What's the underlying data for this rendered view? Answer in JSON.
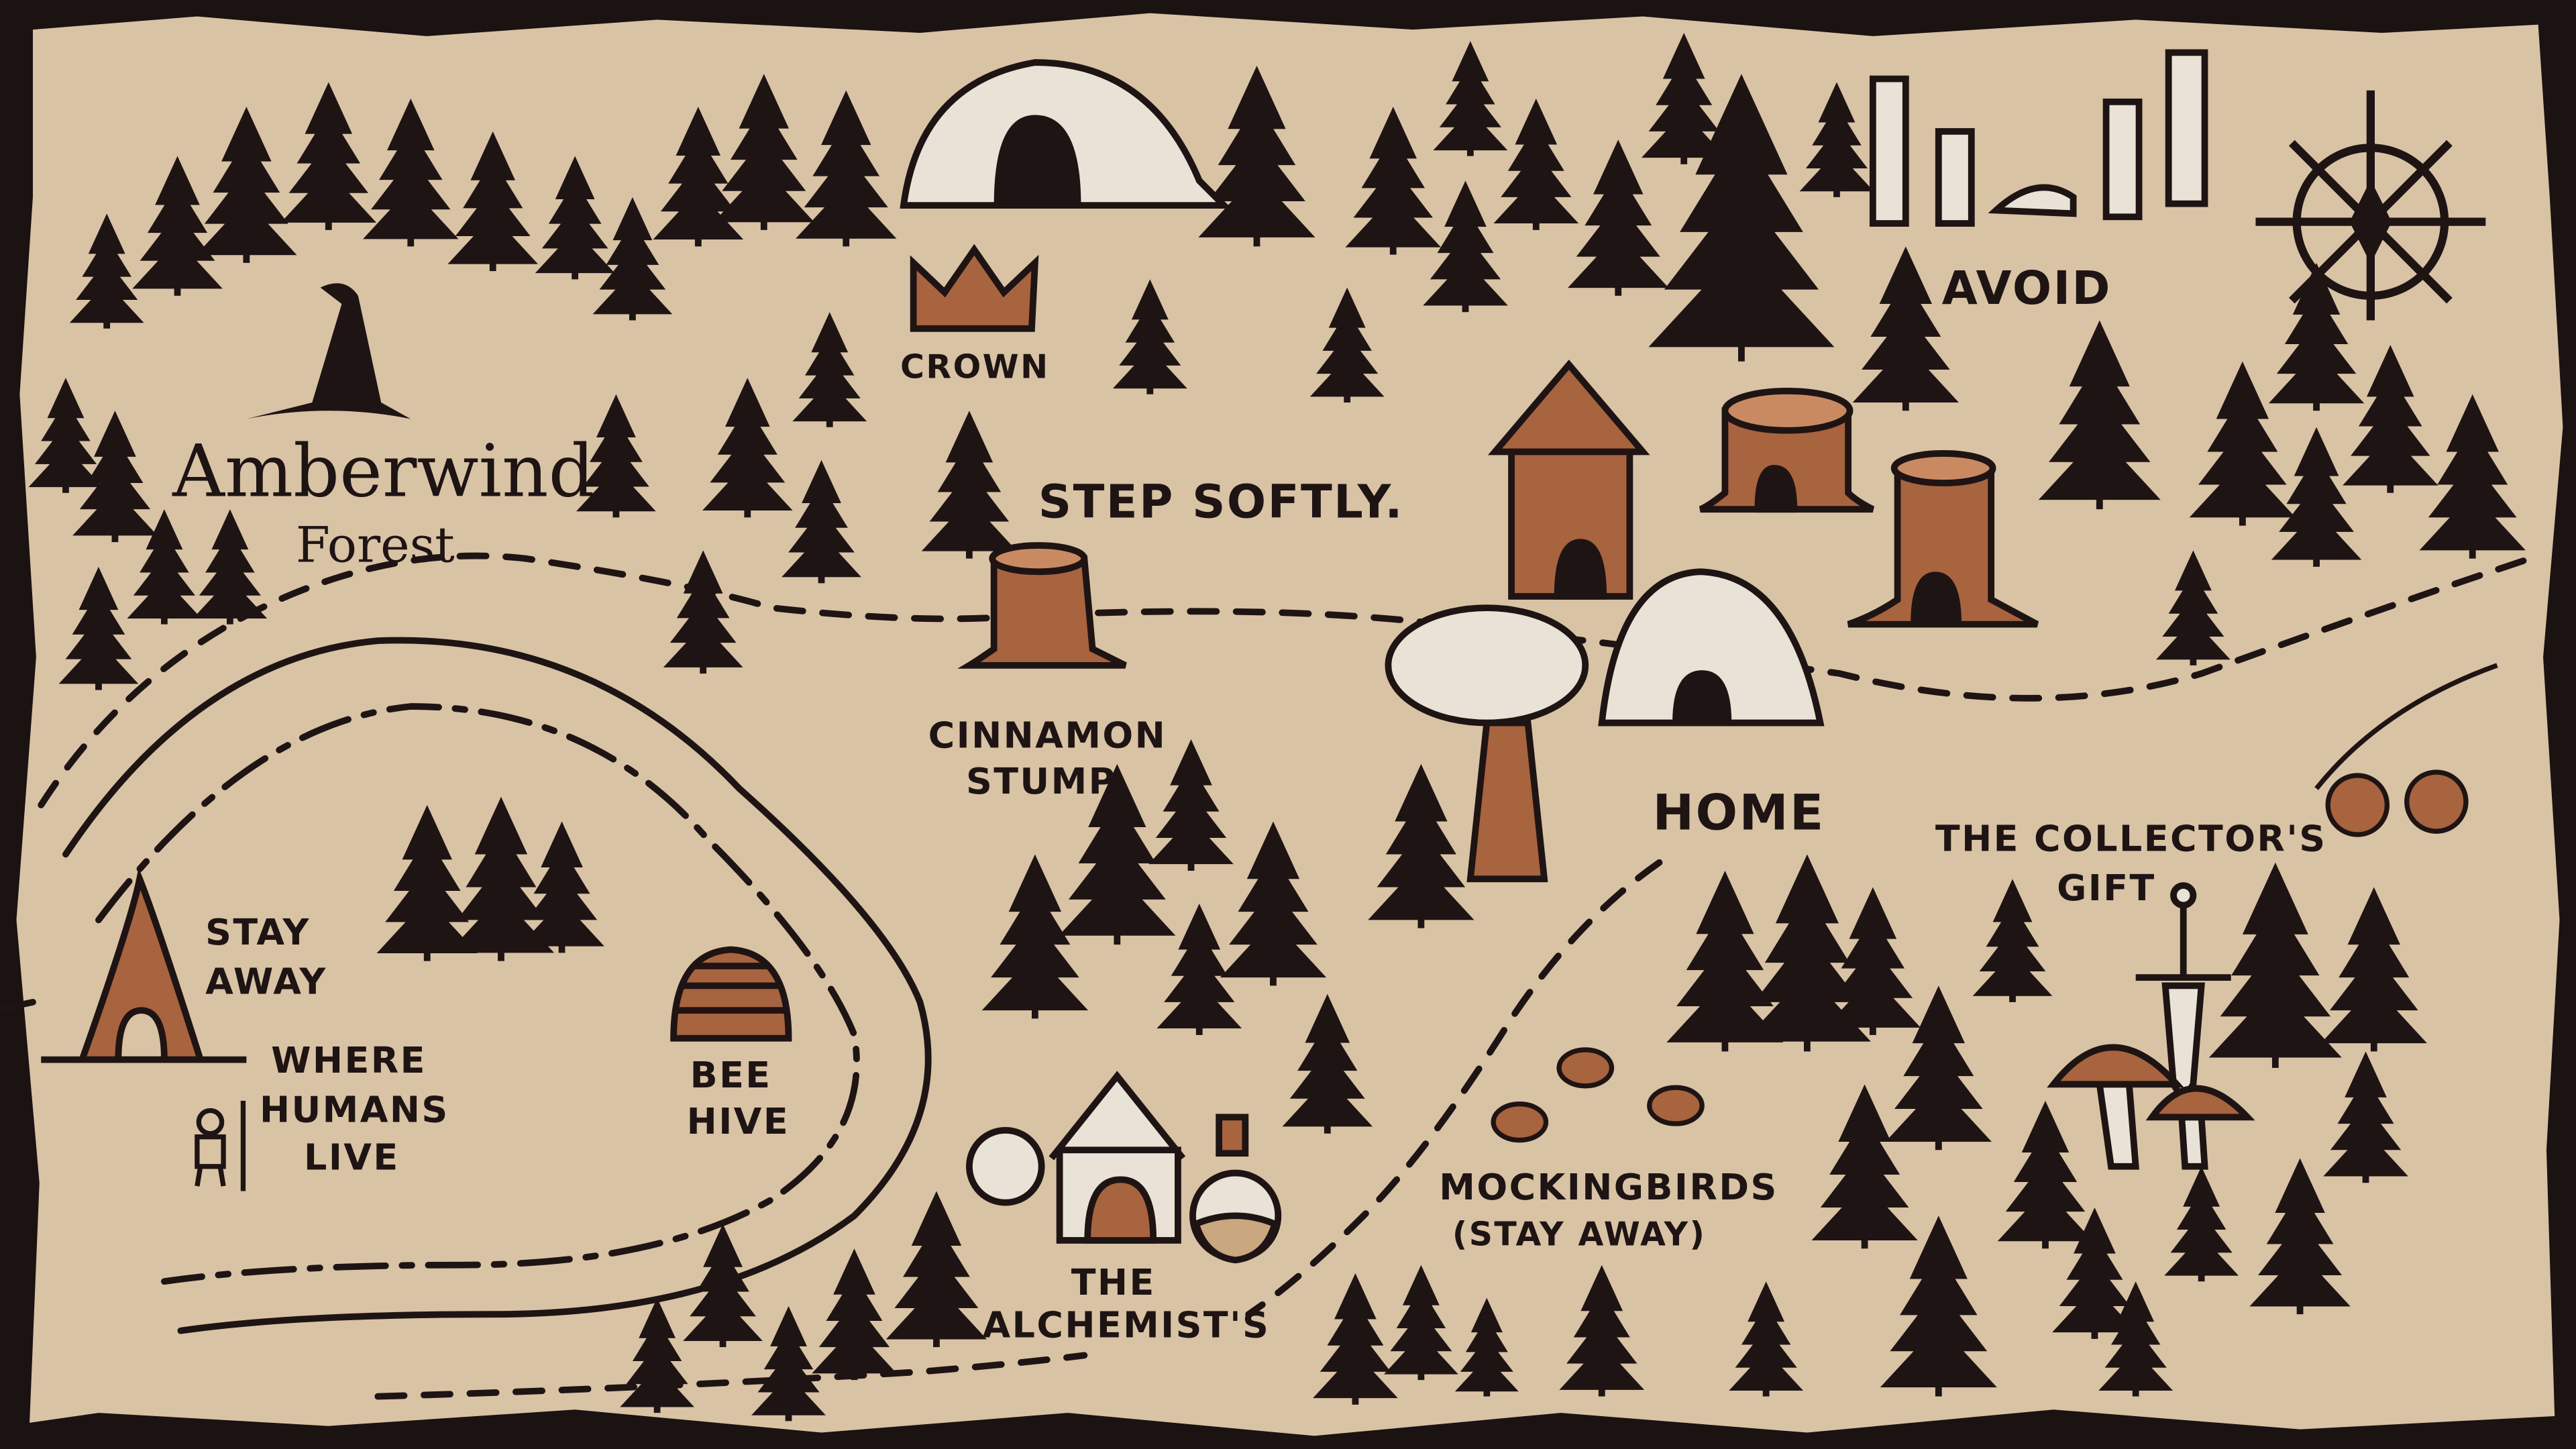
{
  "map": {
    "title": "Amberwind",
    "subtitle": "Forest",
    "labels": {
      "crown": "CROWN",
      "step_softly": "STEP SOFTLY.",
      "avoid": "AVOID",
      "cinnamon_1": "CINNAMON",
      "cinnamon_2": "STUMP",
      "home": "HOME",
      "collector_1": "THE COLLECTOR'S",
      "collector_2": "GIFT",
      "stay_away_1": "STAY",
      "stay_away_2": "AWAY",
      "humans_1": "WHERE",
      "humans_2": "HUMANS",
      "humans_3": "LIVE",
      "bee_1": "BEE",
      "bee_2": "HIVE",
      "mock_1": "MOCKINGBIRDS",
      "mock_2": "(STAY AWAY)",
      "alch_1": "THE",
      "alch_2": "ALCHEMIST'S"
    },
    "colors": {
      "parchment": "#d9c3a5",
      "ink": "#1e1414",
      "rust": "#a8633f",
      "border": "#1b1212"
    }
  }
}
